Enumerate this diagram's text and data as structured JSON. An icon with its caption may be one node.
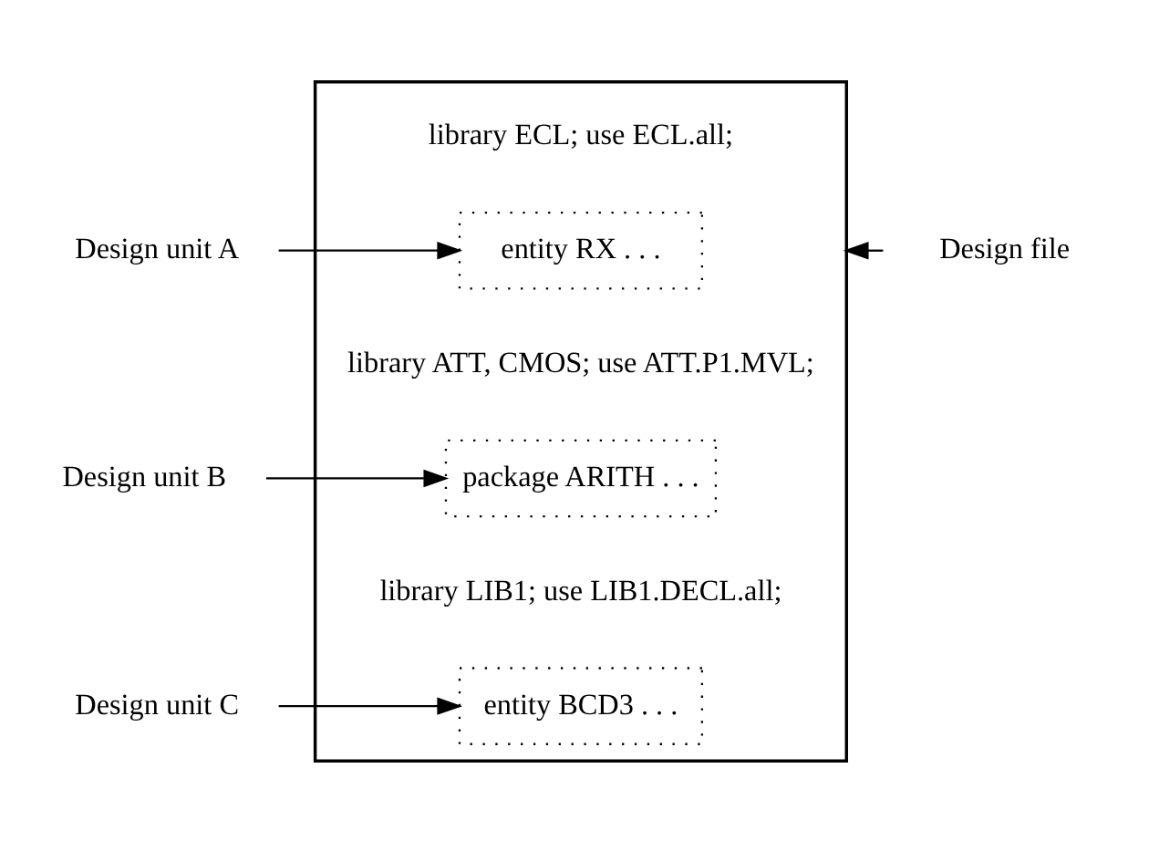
{
  "diagram": {
    "nodes": [
      {
        "text": [],
        "shape": "box"
      },
      {
        "text": [
          "entity RX . . ."
        ],
        "in": 0
      },
      {
        "text": [
          "package ARITH . . ."
        ],
        "in": 0
      },
      {
        "text": [
          "entity BCD3 . . ."
        ],
        "in": 0
      },
      {
        "text": [
          "Design file"
        ]
      },
      {
        "text": [
          "Design unit A"
        ]
      },
      {
        "text": [
          "Design unit B"
        ]
      },
      {
        "text": [
          "Design unit C"
        ]
      }
    ],
    "edges": [
      {
        "from": 5,
        "to": 1,
        "arrow": "to"
      },
      {
        "from": 6,
        "to": 2,
        "arrow": "to"
      },
      {
        "from": 7,
        "to": 3,
        "arrow": "to"
      },
      {
        "from": 4,
        "to": 0,
        "arrow": "to"
      }
    ],
    "labels": [
      "library ECL; use ECL.all;",
      "library ATT, CMOS; use ATT.P1.MVL;",
      "library LIB1; use LIB1.DECL.all;"
    ]
  }
}
